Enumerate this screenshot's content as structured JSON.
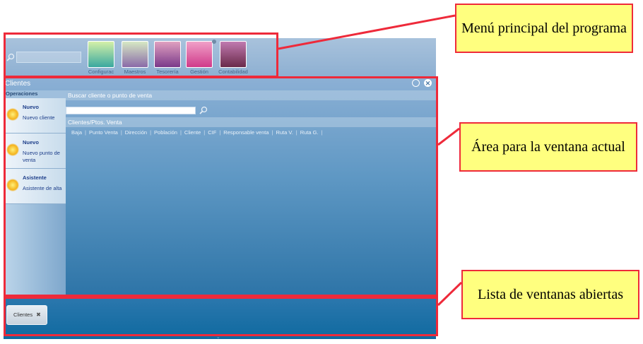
{
  "search_top": {
    "placeholder": ""
  },
  "modules": [
    {
      "label": "Configurac",
      "color_top": "#d4f0a8",
      "color_bottom": "#3aa8a0"
    },
    {
      "label": "Maestros",
      "color_top": "#d6e8c4",
      "color_bottom": "#8a6aa8"
    },
    {
      "label": "Tesorería",
      "color_top": "#e0a0c0",
      "color_bottom": "#7a3a8a"
    },
    {
      "label": "Gestión",
      "color_top": "#f0a0c8",
      "color_bottom": "#d03a8a"
    },
    {
      "label": "Contabilidad",
      "color_top": "#c07ab0",
      "color_bottom": "#6a2a4a"
    }
  ],
  "window": {
    "title": "Clientes",
    "sidebar": {
      "header": "Operaciones",
      "items": [
        {
          "title": "Nuevo",
          "subtitle": "Nuevo cliente"
        },
        {
          "title": "Nuevo",
          "subtitle": "Nuevo punto de venta"
        },
        {
          "title": "Asistente",
          "subtitle": "Asistente de alta"
        }
      ]
    },
    "search_label": "Buscar cliente o punto de venta",
    "search_value": "",
    "list_label": "Clientes/Ptos. Venta",
    "columns": [
      "Baja",
      "Punto Venta",
      "Dirección",
      "Población",
      "Cliente",
      "CIF",
      "Responsable venta",
      "Ruta V.",
      "Ruta G."
    ]
  },
  "taskbar": {
    "tabs": [
      {
        "label": "Clientes"
      }
    ]
  },
  "callouts": {
    "menu": "Menú principal del programa",
    "area": "Área para la ventana actual",
    "list": "Lista de ventanas abiertas"
  }
}
